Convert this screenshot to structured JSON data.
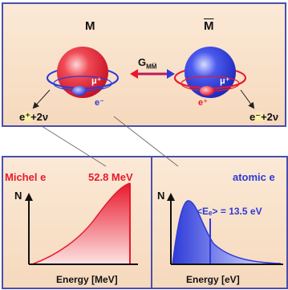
{
  "top": {
    "muonium_label": "M",
    "antimuonium_label": "M",
    "coupling_label": "G",
    "coupling_subscript": "MM̅",
    "muon_left": "μ⁺",
    "muon_right": "μ⁺",
    "electron_left": "e⁻",
    "electron_right": "e⁺",
    "decay_left": "e⁺+2ν",
    "decay_right": "e⁻+2ν"
  },
  "michel": {
    "title": "Michel e",
    "endpoint": "52.8 MeV",
    "y_axis": "N",
    "x_axis": "Energy [MeV]"
  },
  "atomic": {
    "title": "atomic e",
    "mean_energy": "<Eₑ> = 13.5 eV",
    "y_axis": "N",
    "x_axis": "Energy [eV]"
  },
  "colors": {
    "red": "#e8192c",
    "blue": "#2d3ad8",
    "panel_border": "#4a4fae",
    "panel_bg": "#f6d9bd"
  }
}
